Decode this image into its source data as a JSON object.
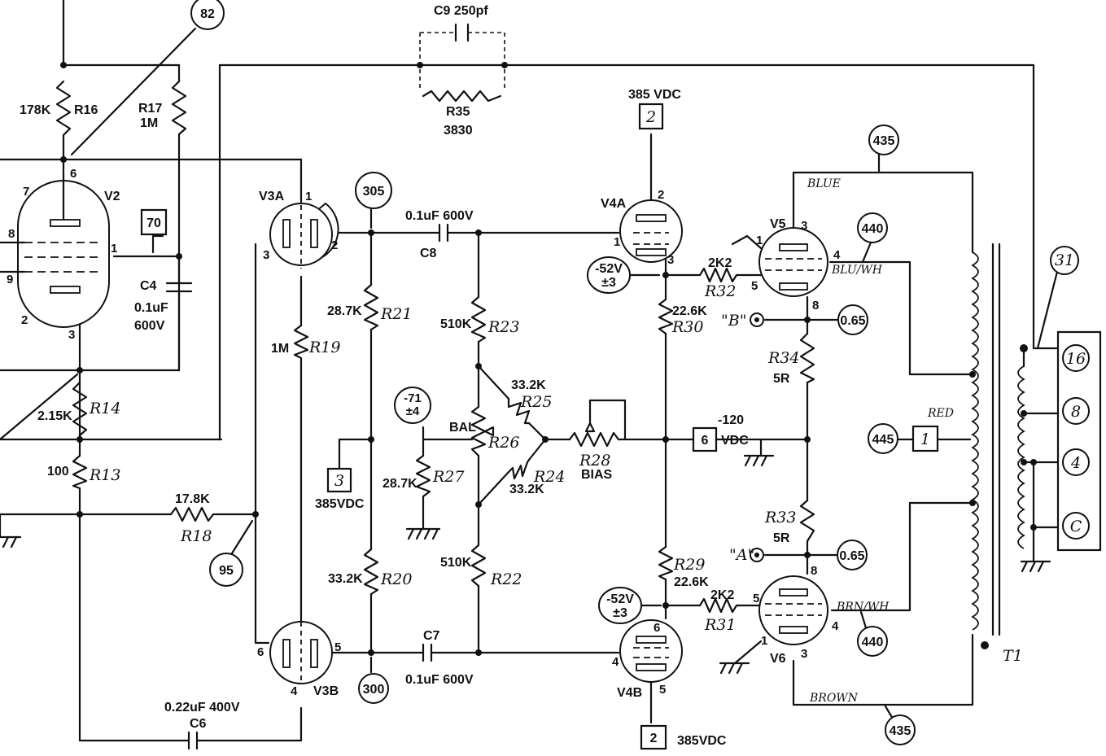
{
  "callouts": {
    "c82": "82",
    "c70": "70",
    "c305": "305",
    "c300": "300",
    "c95": "95",
    "c71": "-71",
    "c71b": "±4",
    "c52a": "-52V",
    "c52ab": "±3",
    "c52b": "-52V",
    "c52bb": "±3",
    "c435a": "435",
    "c435b": "435",
    "c440a": "440",
    "c440b": "440",
    "c445": "445",
    "c065a": "0.65",
    "c065b": "0.65",
    "c31": "31"
  },
  "boxes": {
    "b2top": "2",
    "b2bot": "2",
    "b3": "3",
    "b6": "6",
    "b1": "1"
  },
  "labels": {
    "c9": "C9 250pf",
    "r35": "R35",
    "r35v": "3830",
    "r16v": "178K",
    "r16": "R16",
    "r17": "R17",
    "r17v": "1M",
    "v2": "V2",
    "c4": "C4",
    "c4v": "0.1uF",
    "c4v2": "600V",
    "r14v": "2.15K",
    "r14": "R14",
    "r13v": "100",
    "r13": "R13",
    "r18v": "17.8K",
    "r18": "R18",
    "v3a": "V3A",
    "v3b": "V3B",
    "r19v": "1M",
    "r19": "R19",
    "c8v": "0.1uF 600V",
    "c8": "C8",
    "c7": "C7",
    "c7v": "0.1uF 600V",
    "c6v": "0.22uF 400V",
    "c6": "C6",
    "r21v": "28.7K",
    "r21": "R21",
    "r20v": "33.2K",
    "r20": "R20",
    "vdc385a": "385VDC",
    "vdc385top": "385 VDC",
    "vdc385bot": "385VDC",
    "r23v": "510K",
    "r23": "R23",
    "r22v": "510K",
    "r22": "R22",
    "r25v": "33.2K",
    "r25": "R25",
    "r24v": "33.2K",
    "r24": "R24",
    "bal": "BAL",
    "r26": "R26",
    "r27v": "28.7K",
    "r27": "R27",
    "r28": "R28",
    "bias": "BIAS",
    "v4a": "V4A",
    "v4b": "V4B",
    "r30v": "22.6K",
    "r30": "R30",
    "r29": "R29",
    "r29v": "22.6K",
    "vm120": "-120",
    "vdc": "VDC",
    "r32v": "2K2",
    "r32": "R32",
    "r31v": "2K2",
    "r31": "R31",
    "v5": "V5",
    "v6": "V6",
    "blue": "BLUE",
    "bluwh": "BLU/WH",
    "brnwh": "BRN/WH",
    "brown": "BROWN",
    "red": "RED",
    "r34": "R34",
    "r34v": "5R",
    "r33": "R33",
    "r33v": "5R",
    "testB": "\"B\"",
    "testA": "\"A\"",
    "t1": "T1",
    "tap16": "16",
    "tap8": "8",
    "tap4": "4",
    "tapC": "C"
  },
  "pins": {
    "v2_7": "7",
    "v2_6": "6",
    "v2_8": "8",
    "v2_1": "1",
    "v2_9": "9",
    "v2_2": "2",
    "v2_3": "3",
    "v3a_1": "1",
    "v3a_3": "3",
    "v3a_2": "2",
    "v3b_6": "6",
    "v3b_5": "5",
    "v3b_4": "4",
    "v4a_2": "2",
    "v4a_1": "1",
    "v4a_3": "3",
    "v4b_6": "6",
    "v4b_4": "4",
    "v4b_5": "5",
    "v5_3": "3",
    "v5_1": "1",
    "v5_4": "4",
    "v5_5": "5",
    "v5_8": "8",
    "v6_8": "8",
    "v6_5": "5",
    "v6_4": "4",
    "v6_1": "1",
    "v6_3": "3"
  }
}
